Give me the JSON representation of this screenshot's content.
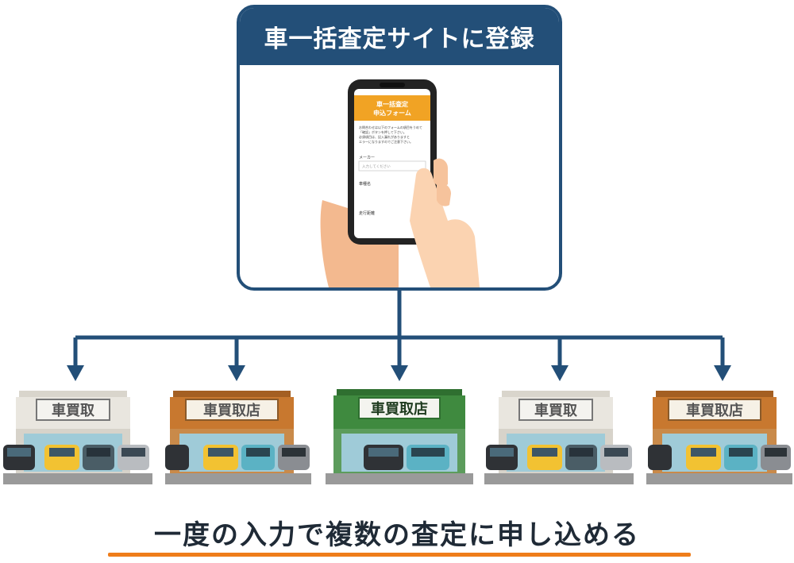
{
  "header": {
    "title": "車一括査定サイトに登録"
  },
  "form": {
    "header_line1": "車一括査定",
    "header_line2": "申込フォーム",
    "instructions": [
      "お問合わせは以下のフォームの項目をうめて",
      "「確認」ボタンを押して下さい。",
      "必須項目は、記入漏れがありますと",
      "エラーになりますのでご注意下さい。"
    ],
    "field1_label": "メーカー",
    "field1_placeholder": "入力してください",
    "field2_label": "車種名",
    "field3_label": "走行距離"
  },
  "shops": [
    {
      "sign": "車買取"
    },
    {
      "sign": "車買取店"
    },
    {
      "sign": "車買取店"
    },
    {
      "sign": "車買取"
    },
    {
      "sign": "車買取店"
    }
  ],
  "caption": "一度の入力で複数の査定に申し込める",
  "colors": {
    "navy": "#234f78",
    "orange": "#ef7d1a",
    "shop_white": "#e9e6df",
    "shop_brown": "#c8782f",
    "shop_green": "#3f8a3f"
  }
}
